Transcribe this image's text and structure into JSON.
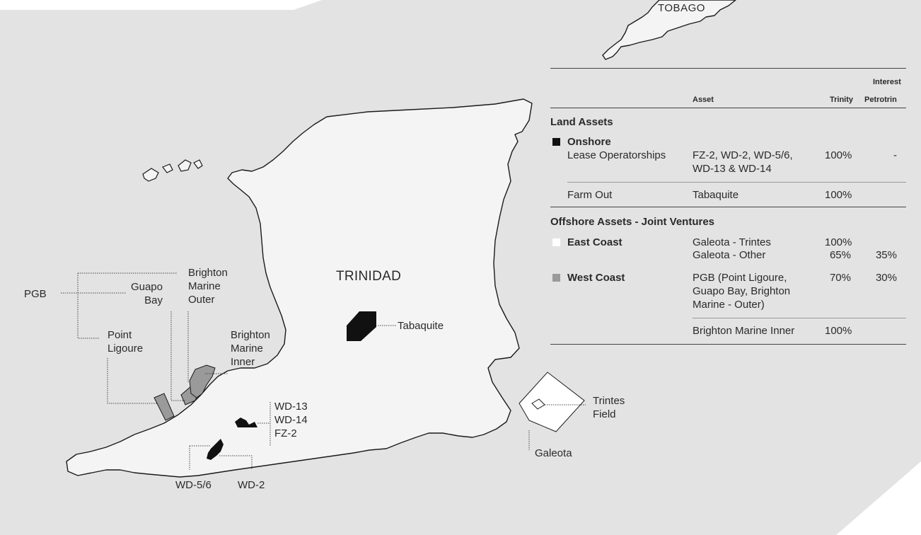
{
  "colors": {
    "sea": "#e3e3e4",
    "land": "#f4f4f5",
    "coast": "#1a1a1a",
    "onshore": "#111111",
    "east_coast": "#ffffff",
    "west_coast": "#9a9a9a",
    "leader_line": "#444444"
  },
  "map": {
    "islands": {
      "trinidad": "TRINIDAD",
      "tobago": "TOBAGO"
    },
    "labels": {
      "pgb": "PGB",
      "guapo_bay": [
        "Guapo",
        "Bay"
      ],
      "brighton_marine_outer": [
        "Brighton",
        "Marine",
        "Outer"
      ],
      "point_ligoure": [
        "Point",
        "Ligoure"
      ],
      "brighton_marine_inner": [
        "Brighton",
        "Marine",
        "Inner"
      ],
      "tabaquite": "Tabaquite",
      "wd_group": [
        "WD-13",
        "WD-14",
        "FZ-2"
      ],
      "wd_5_6": "WD-5/6",
      "wd_2": "WD-2",
      "trintes_field": [
        "Trintes",
        "Field"
      ],
      "galeota": "Galeota"
    }
  },
  "table": {
    "header": {
      "interest": "Interest",
      "asset": "Asset",
      "trinity": "Trinity",
      "petrotrin": "Petrotrin"
    },
    "land_assets": {
      "title": "Land Assets",
      "onshore": {
        "title": "Onshore",
        "rows": [
          {
            "name": "Lease Operatorships",
            "asset": [
              "FZ-2, WD-2, WD-5/6,",
              "WD-13 & WD-14"
            ],
            "trinity": "100%",
            "petrotrin": "-"
          },
          {
            "name": "Farm Out",
            "asset": [
              "Tabaquite"
            ],
            "trinity": "100%",
            "petrotrin": ""
          }
        ]
      }
    },
    "offshore_assets": {
      "title": "Offshore Assets - Joint Ventures",
      "east_coast": {
        "title": "East Coast",
        "rows": [
          {
            "asset": "Galeota - Trintes",
            "trinity": "100%",
            "petrotrin": ""
          },
          {
            "asset": "Galeota - Other",
            "trinity": "65%",
            "petrotrin": "35%"
          }
        ]
      },
      "west_coast": {
        "title": "West Coast",
        "rows": [
          {
            "asset": [
              "PGB (Point Ligoure,",
              "Guapo Bay, Brighton",
              "Marine - Outer)"
            ],
            "trinity": "70%",
            "petrotrin": "30%"
          },
          {
            "asset": [
              "Brighton Marine Inner"
            ],
            "trinity": "100%",
            "petrotrin": ""
          }
        ]
      }
    }
  }
}
